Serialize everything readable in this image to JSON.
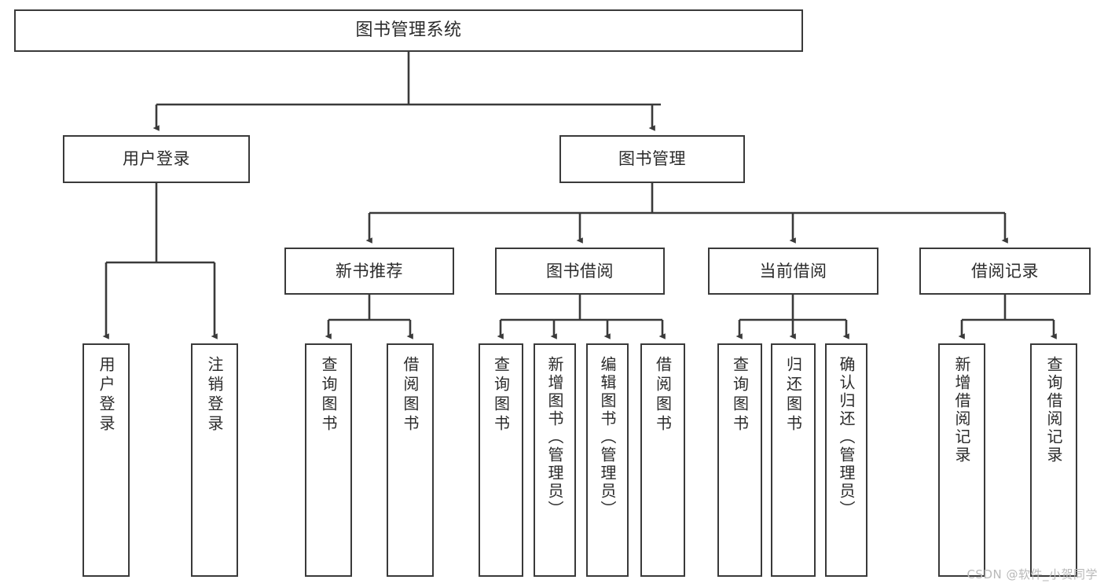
{
  "diagram": {
    "title": "图书管理系统",
    "type": "功能结构图",
    "watermark": "CSDN @软件_小贺同学",
    "colors": {
      "box_border": "#3a3a3a",
      "box_fill": "#ffffff",
      "connector": "#3a3a3a",
      "text": "#2b2b2b",
      "watermark": "#b9b9b9",
      "background": "#ffffff"
    },
    "root": {
      "label": "图书管理系统"
    },
    "level2": [
      {
        "label": "用户登录"
      },
      {
        "label": "图书管理"
      }
    ],
    "level3": [
      {
        "label": "新书推荐"
      },
      {
        "label": "图书借阅"
      },
      {
        "label": "当前借阅"
      },
      {
        "label": "借阅记录"
      }
    ],
    "leaves": {
      "user_login": [
        {
          "label": "用户登录"
        },
        {
          "label": "注销登录"
        }
      ],
      "new_book_recommend": [
        {
          "label": "查询图书"
        },
        {
          "label": "借阅图书"
        }
      ],
      "book_borrow": [
        {
          "label": "查询图书"
        },
        {
          "label": "新增图书（管理员）"
        },
        {
          "label": "编辑图书（管理员）"
        },
        {
          "label": "借阅图书"
        }
      ],
      "current_borrow": [
        {
          "label": "查询图书"
        },
        {
          "label": "归还图书"
        },
        {
          "label": "确认归还（管理员）"
        }
      ],
      "borrow_record": [
        {
          "label": "新增借阅记录"
        },
        {
          "label": "查询借阅记录"
        }
      ]
    }
  }
}
